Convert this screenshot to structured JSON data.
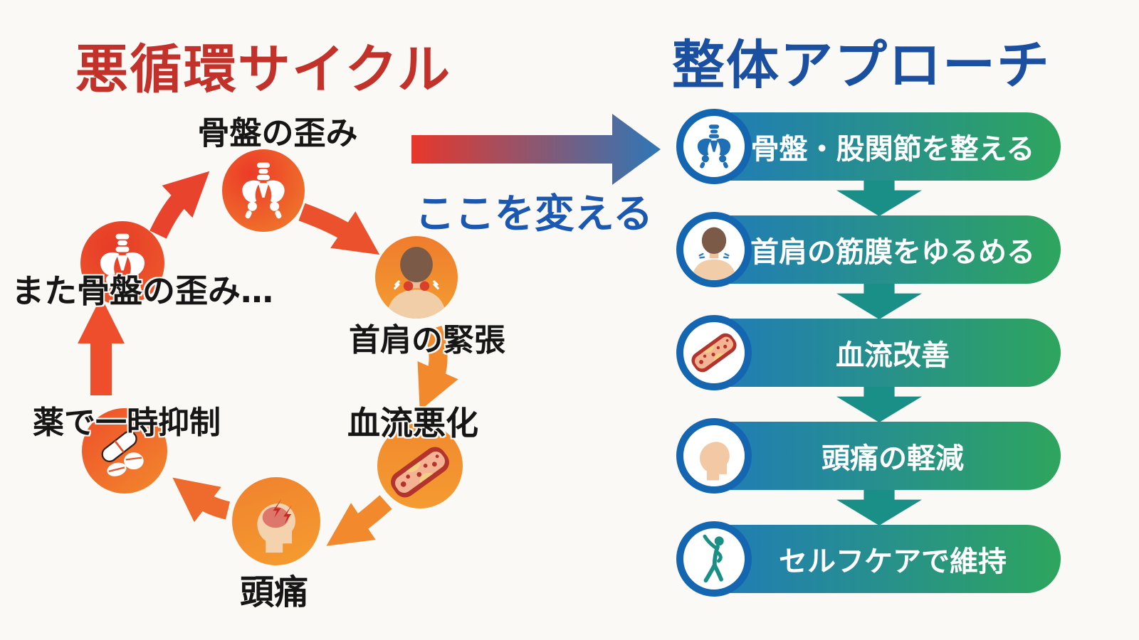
{
  "left": {
    "title": "悪循環サイクル",
    "title_color": "#c2322b",
    "nodes": [
      {
        "id": "pelvis-distortion",
        "label": "骨盤の歪み",
        "icon": "pelvis-icon"
      },
      {
        "id": "neck-shoulder-tension",
        "label": "首肩の緊張",
        "icon": "neck-tension-icon"
      },
      {
        "id": "blood-flow-worsening",
        "label": "血流悪化",
        "icon": "blood-vessel-icon"
      },
      {
        "id": "headache",
        "label": "頭痛",
        "icon": "headache-brain-icon"
      },
      {
        "id": "medicine-temporary-suppression",
        "label": "薬で一時抑制",
        "icon": "medicine-icon"
      },
      {
        "id": "pelvis-distortion-again",
        "label": "また骨盤の歪み…",
        "icon": "pelvis-icon"
      }
    ],
    "arrow_colors": [
      "#ea512c",
      "#f2892d",
      "#ef6b2d",
      "#ee4e2b",
      "#e8432c"
    ]
  },
  "middle": {
    "label": "ここを変える",
    "label_color": "#1b58b2",
    "arrow_gradient": [
      "#e8372b",
      "#2e77b7"
    ]
  },
  "right": {
    "title": "整体アプローチ",
    "title_color": "#1b4fa0",
    "pill_gradient": [
      "#1f78c0",
      "#2ea55e"
    ],
    "icon_ring_color": "#1566b0",
    "down_arrow_color": "#1a8f88",
    "steps": [
      {
        "label": "骨盤・股関節を整える",
        "icon": "pelvis-icon"
      },
      {
        "label": "首肩の筋膜をゆるめる",
        "icon": "neck-relax-icon"
      },
      {
        "label": "血流改善",
        "icon": "blood-vessel-icon"
      },
      {
        "label": "頭痛の軽減",
        "icon": "head-profile-icon"
      },
      {
        "label": "セルフケアで維持",
        "icon": "self-care-stretch-icon"
      }
    ]
  }
}
